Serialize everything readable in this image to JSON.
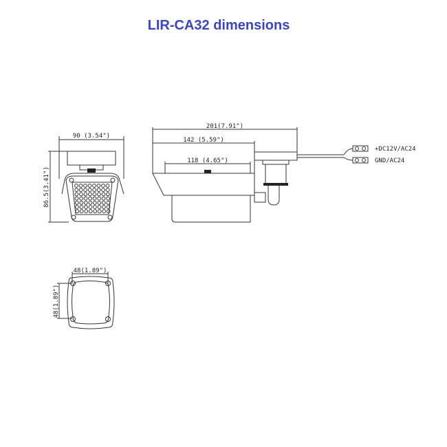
{
  "title": "LIR-CA32 dimensions",
  "front_view": {
    "width_label": "90 (3.54\")",
    "height_label": "86.5(3.41\")"
  },
  "side_view": {
    "overall_length_label": "201(7.91\")",
    "housing_length_label": "142 (5.59\")",
    "body_length_label": "118 (4.65\")"
  },
  "wiring": {
    "positive_label": "+DC12V/AC24",
    "ground_label": "GND/AC24"
  },
  "mount_base": {
    "width_label": "48(1.89\")",
    "height_label": "48(1.89\")"
  }
}
